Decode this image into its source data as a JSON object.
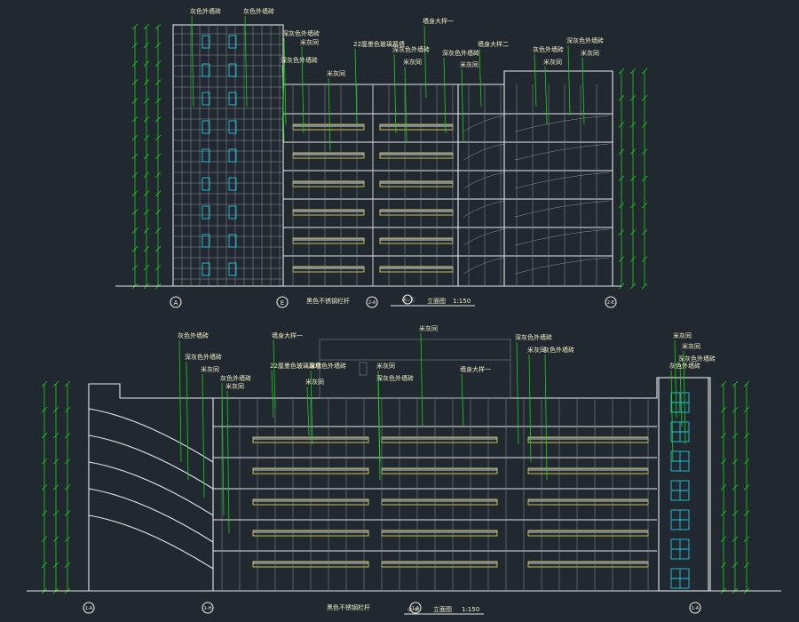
{
  "upper": {
    "title_code": "Ⓐ-Ⓔ",
    "title": "立面图",
    "scale": "1:150",
    "callouts": [
      "灰色外墙砖",
      "灰色外墙砖",
      "深灰色外墙砖",
      "米灰同",
      "深灰色外墙砖",
      "米灰同",
      "墙身大样一",
      "22厘墨色玻璃幕墙",
      "深灰色外墙砖",
      "米灰同",
      "深灰色外墙砖",
      "米灰同",
      "墙身大样二",
      "灰色外墙砖",
      "米灰同",
      "深灰色外墙砖",
      "米灰同"
    ],
    "bottom_note": "黑色不锈钢栏杆",
    "axis_labels": [
      "A",
      "E",
      "2-A",
      "2-E"
    ]
  },
  "lower": {
    "title_code": "①-⑩",
    "title": "立面图",
    "scale": "1:150",
    "callouts": [
      "灰色外墙砖",
      "深灰色外墙砖",
      "米灰同",
      "灰色外墙砖",
      "米灰同",
      "墙身大样一",
      "22厘墨色玻璃幕墙",
      "米灰同",
      "深灰色外墙砖",
      "米灰同",
      "深灰色外墙砖",
      "米灰同",
      "墙身大样一",
      "深灰色外墙砖",
      "米灰同",
      "灰色外墙砖",
      "米灰同",
      "深灰色外墙砖",
      "米灰同",
      "灰色外墙砖"
    ],
    "bottom_note": "黑色不锈钢栏杆",
    "axis_labels": [
      "1-A",
      "1-H",
      "1-A",
      "1-A"
    ]
  }
}
